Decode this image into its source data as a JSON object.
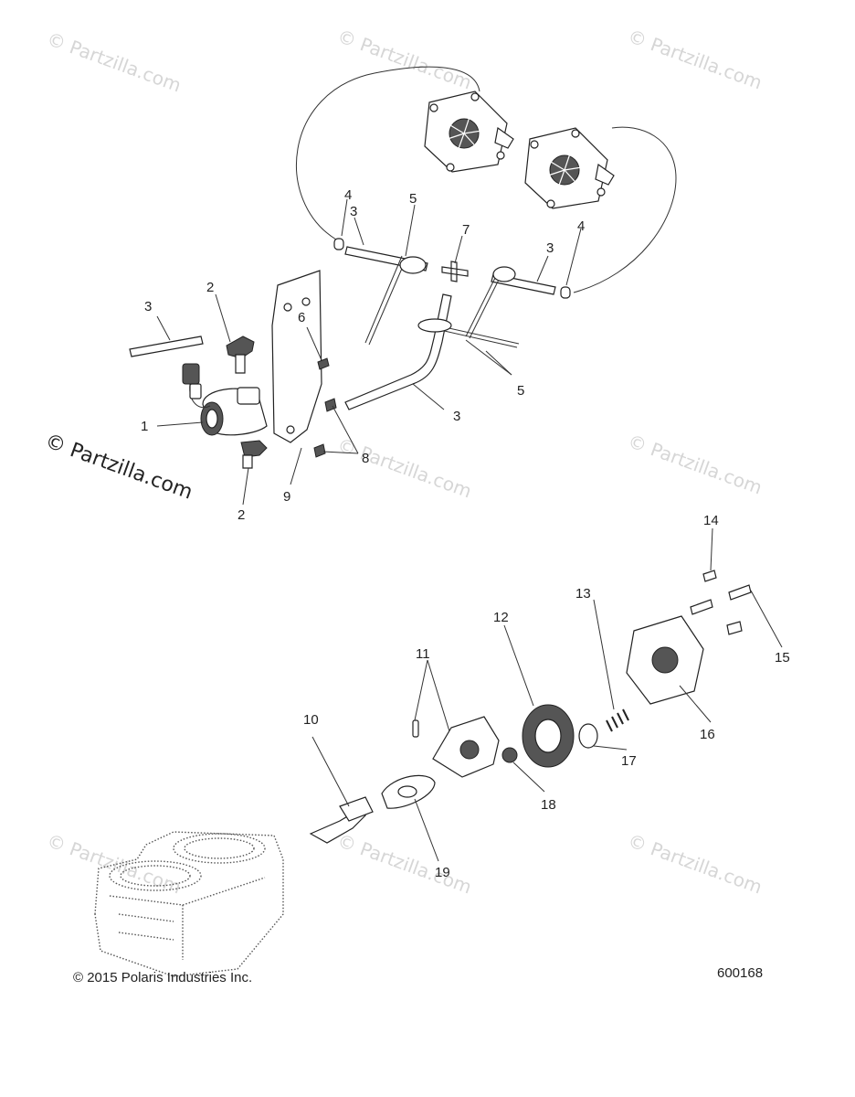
{
  "watermarks": [
    {
      "text": "© Partzilla.com"
    },
    {
      "text": "© Partzilla.com"
    },
    {
      "text": "© Partzilla.com"
    },
    {
      "text": "© Partzilla.com"
    },
    {
      "text": "© Partzilla.com"
    },
    {
      "text": "© Partzilla.com"
    },
    {
      "text": "© Partzilla.com"
    },
    {
      "text": "© Partzilla.com"
    }
  ],
  "watermark_main": "© Partzilla.com",
  "callouts": [
    "1",
    "2",
    "2",
    "3",
    "3",
    "3",
    "3",
    "4",
    "4",
    "5",
    "5",
    "6",
    "7",
    "8",
    "9",
    "10",
    "11",
    "12",
    "13",
    "14",
    "15",
    "16",
    "17",
    "18",
    "19"
  ],
  "footer": {
    "copyright": "© 2015 Polaris Industries Inc.",
    "diagram_id": "600168"
  }
}
